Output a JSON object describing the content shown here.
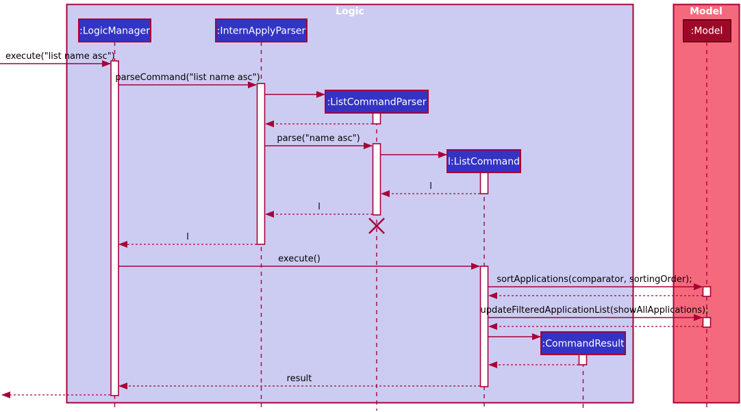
{
  "colors": {
    "frame_border": "#A80036",
    "logic_frame_bg": "#CCCCF2",
    "model_frame_bg": "#F4697B",
    "logic_participant_bg": "#3333C4",
    "model_participant_bg": "#9D0A28",
    "participant_text": "#FFFFFF",
    "activation_bg": "#FFFFFF",
    "message_text": "#000000",
    "arrow_color": "#A80036"
  },
  "frames": [
    {
      "name": "logic",
      "title": "Logic"
    },
    {
      "name": "model",
      "title": "Model"
    }
  ],
  "participants": [
    {
      "name": "logic-manager",
      "label": ":LogicManager"
    },
    {
      "name": "intern-apply-parser",
      "label": ":InternApplyParser"
    },
    {
      "name": "list-command-parser",
      "label": ":ListCommandParser"
    },
    {
      "name": "list-command",
      "label": "l:ListCommand"
    },
    {
      "name": "command-result",
      "label": ":CommandResult"
    },
    {
      "name": "model",
      "label": ":Model"
    }
  ],
  "messages": [
    {
      "name": "execute-list",
      "from": "caller",
      "to": "logic-manager",
      "type": "solid",
      "label": "execute(\"list name asc\")"
    },
    {
      "name": "parse-command",
      "from": "logic-manager",
      "to": "intern-apply-parser",
      "type": "solid",
      "label": "parseCommand(\"list name asc\")"
    },
    {
      "name": "create-list-command-parser",
      "from": "intern-apply-parser",
      "to": "list-command-parser",
      "type": "solid",
      "label": ""
    },
    {
      "name": "return-after-create-parser",
      "from": "list-command-parser",
      "to": "intern-apply-parser",
      "type": "dashed",
      "label": ""
    },
    {
      "name": "parse",
      "from": "intern-apply-parser",
      "to": "list-command-parser",
      "type": "solid",
      "label": "parse(\"name asc\")"
    },
    {
      "name": "create-list-command",
      "from": "list-command-parser",
      "to": "list-command",
      "type": "solid",
      "label": ""
    },
    {
      "name": "return-l-to-list-command-parser",
      "from": "list-command",
      "to": "list-command-parser",
      "type": "dashed",
      "label": "l"
    },
    {
      "name": "return-l-to-intern-apply-parser",
      "from": "list-command-parser",
      "to": "intern-apply-parser",
      "type": "dashed",
      "label": "l"
    },
    {
      "name": "destroy-list-command-parser",
      "from": "list-command-parser",
      "to": "list-command-parser",
      "type": "destroy",
      "label": ""
    },
    {
      "name": "return-l-to-logic-manager",
      "from": "intern-apply-parser",
      "to": "logic-manager",
      "type": "dashed",
      "label": "l"
    },
    {
      "name": "execute",
      "from": "logic-manager",
      "to": "list-command",
      "type": "solid",
      "label": "execute()"
    },
    {
      "name": "sort-applications",
      "from": "list-command",
      "to": "model",
      "type": "solid",
      "label": "sortApplications(comparator, sortingOrder);"
    },
    {
      "name": "return-sort-applications",
      "from": "model",
      "to": "list-command",
      "type": "dashed",
      "label": ""
    },
    {
      "name": "update-filtered-application-list",
      "from": "list-command",
      "to": "model",
      "type": "solid",
      "label": "updateFilteredApplicationList(showAllApplications);"
    },
    {
      "name": "return-update-filtered",
      "from": "model",
      "to": "list-command",
      "type": "dashed",
      "label": ""
    },
    {
      "name": "create-command-result",
      "from": "list-command",
      "to": "command-result",
      "type": "solid",
      "label": ""
    },
    {
      "name": "return-command-result",
      "from": "command-result",
      "to": "list-command",
      "type": "dashed",
      "label": ""
    },
    {
      "name": "result",
      "from": "list-command",
      "to": "logic-manager",
      "type": "dashed",
      "label": "result"
    },
    {
      "name": "return-to-caller",
      "from": "logic-manager",
      "to": "caller",
      "type": "dashed",
      "label": ""
    }
  ]
}
